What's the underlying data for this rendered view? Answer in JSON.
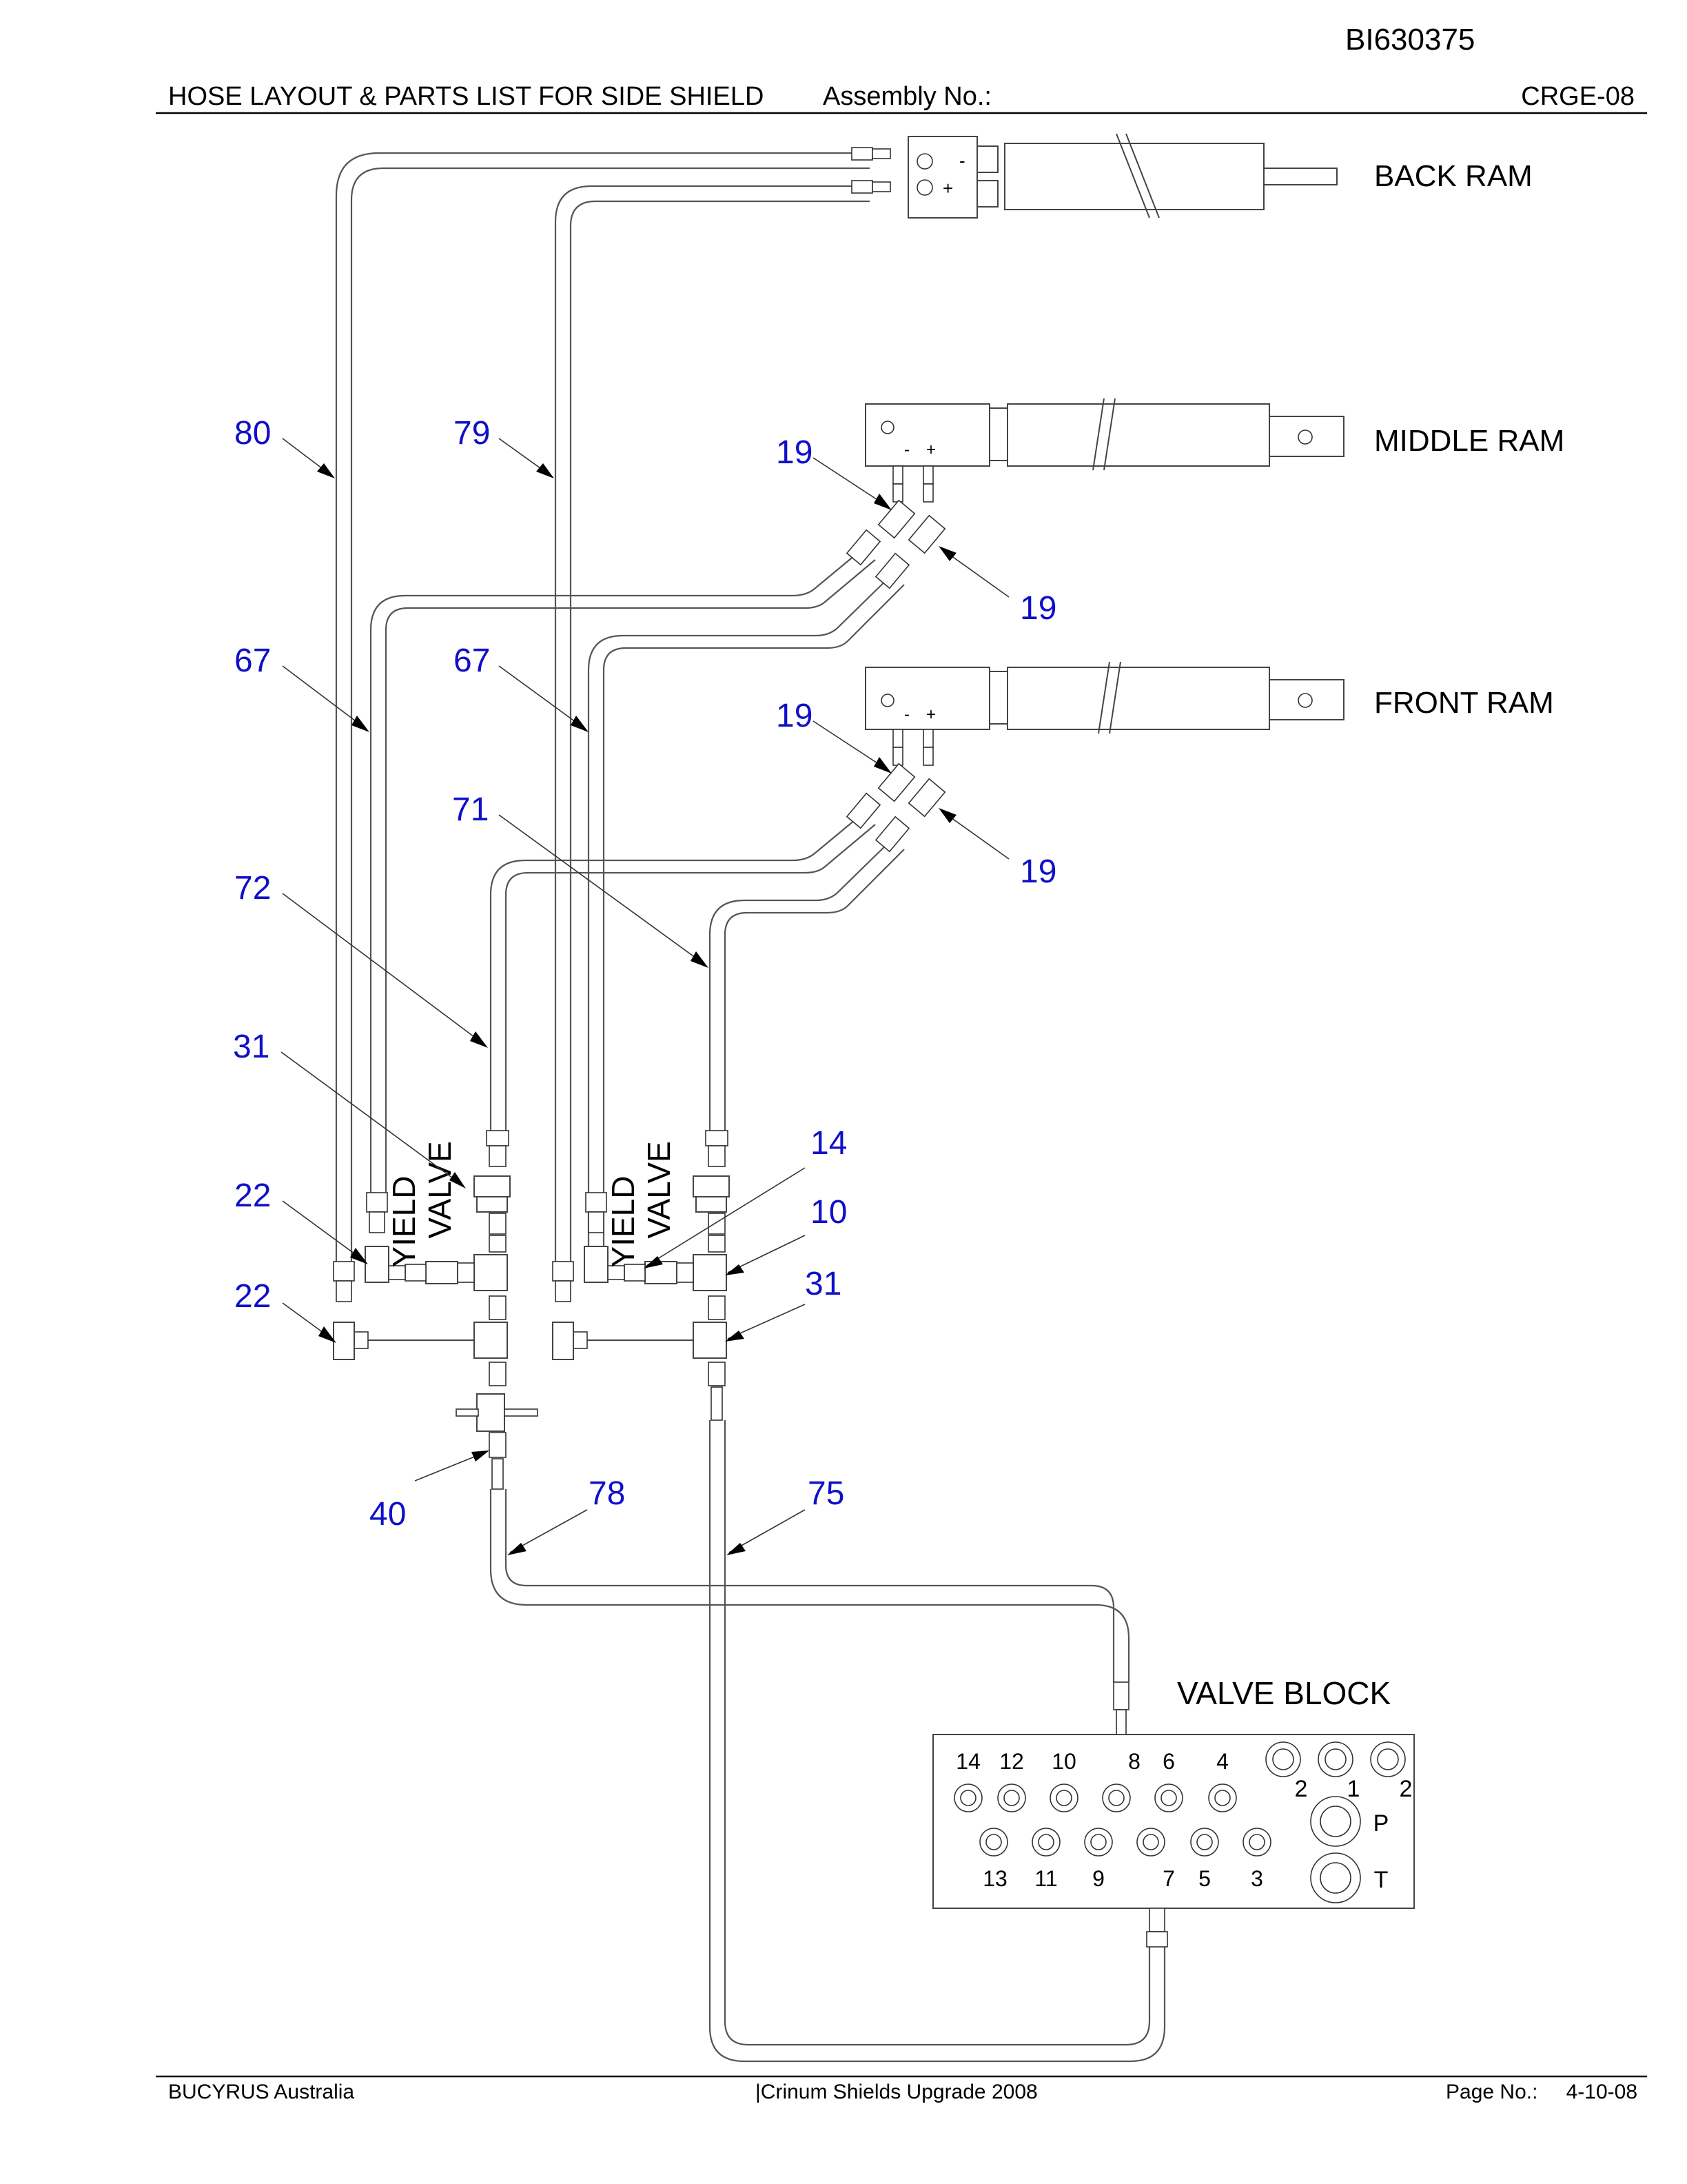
{
  "header": {
    "doc_id": "BI630375",
    "title": "HOSE LAYOUT & PARTS LIST FOR SIDE SHIELD",
    "assembly_label": "Assembly No.:",
    "assembly_no": "CRGE-08"
  },
  "rams": {
    "back": "BACK RAM",
    "middle": "MIDDLE RAM",
    "front": "FRONT RAM",
    "minus": "-",
    "plus": "+"
  },
  "yield_valve": [
    "YIELD",
    "VALVE"
  ],
  "valve_block": {
    "title": "VALVE BLOCK",
    "top_ports": [
      "14",
      "12",
      "10",
      "8",
      "6",
      "4"
    ],
    "bottom_ports": [
      "13",
      "11",
      "9",
      "7",
      "5",
      "3"
    ],
    "right_ports": [
      "2",
      "1",
      "2",
      "P",
      "T"
    ]
  },
  "callouts": {
    "c80": "80",
    "c79": "79",
    "c19a": "19",
    "c19b": "19",
    "c19c": "19",
    "c19d": "19",
    "c67a": "67",
    "c67b": "67",
    "c71": "71",
    "c72": "72",
    "c31a": "31",
    "c31b": "31",
    "c22a": "22",
    "c22b": "22",
    "c14": "14",
    "c10": "10",
    "c40": "40",
    "c78": "78",
    "c75": "75"
  },
  "footer": {
    "company": "BUCYRUS Australia",
    "project": "|Crinum Shields Upgrade 2008",
    "page_label": "Page No.:",
    "page_no": "4-10-08"
  },
  "colors": {
    "callout": "#1010c8",
    "line": "#444444"
  }
}
